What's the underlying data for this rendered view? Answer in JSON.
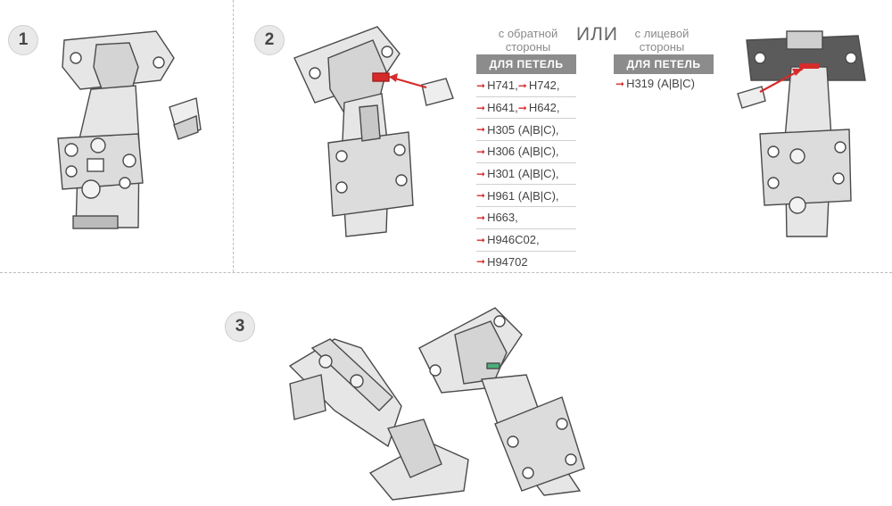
{
  "steps": [
    "1",
    "2",
    "3"
  ],
  "back_caption": {
    "line1": "с обратной",
    "line2": "стороны"
  },
  "or_label": "ИЛИ",
  "front_caption": {
    "line1": "с лицевой",
    "line2": "стороны"
  },
  "left_header": "ДЛЯ ПЕТЕЛЬ",
  "right_header": "ДЛЯ ПЕТЕЛЬ",
  "back_models": [
    {
      "a": "H741,",
      "b": "H742,"
    },
    {
      "a": "H641,",
      "b": "H642,"
    },
    {
      "a": "H305 (A|B|C),"
    },
    {
      "a": "H306 (A|B|C),"
    },
    {
      "a": "H301 (A|B|C),"
    },
    {
      "a": "H961 (A|B|C),"
    },
    {
      "a": "H663,"
    },
    {
      "a": "H946C02,"
    },
    {
      "a": "H94702"
    }
  ],
  "front_models": [
    "H319 (A|B|C)"
  ],
  "accent_color": "#d62b2b",
  "header_color": "#8c8c8c"
}
